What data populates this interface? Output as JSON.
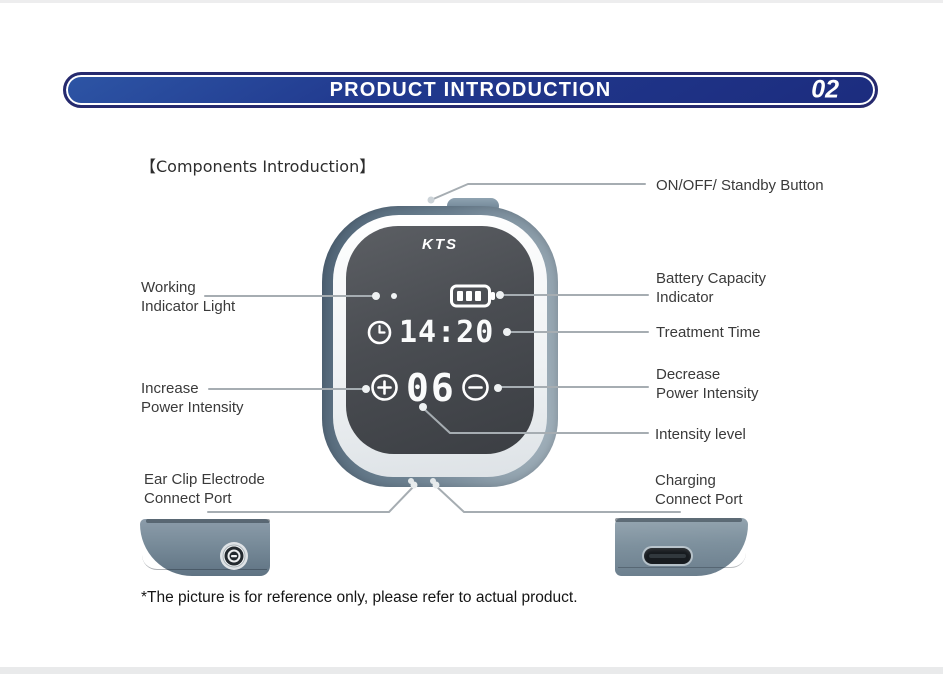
{
  "banner": {
    "title": "PRODUCT INTRODUCTION",
    "page_number": "02"
  },
  "section_heading": "【Components Introduction】",
  "device": {
    "brand": "KTS",
    "treatment_time": "14:20",
    "intensity_level": "06"
  },
  "callouts": {
    "on_off": "ON/OFF/ Standby Button",
    "working_indicator": "Working\nIndicator Light",
    "battery": "Battery Capacity\nIndicator",
    "treatment_time": "Treatment Time",
    "increase": "Increase\nPower Intensity",
    "decrease": "Decrease\nPower Intensity",
    "intensity": "Intensity level",
    "ear_clip": "Ear Clip Electrode\nConnect Port",
    "charging": "Charging\nConnect Port"
  },
  "footnote": "*The picture is for reference only, please refer to actual product.",
  "colors": {
    "banner_blue_dark": "#1c2c7e",
    "banner_blue_light": "#2d55a5",
    "banner_border": "#262a6e",
    "device_body": "#6d8292",
    "screen_dark": "#43464b",
    "callout_line": "#a6adb2"
  }
}
